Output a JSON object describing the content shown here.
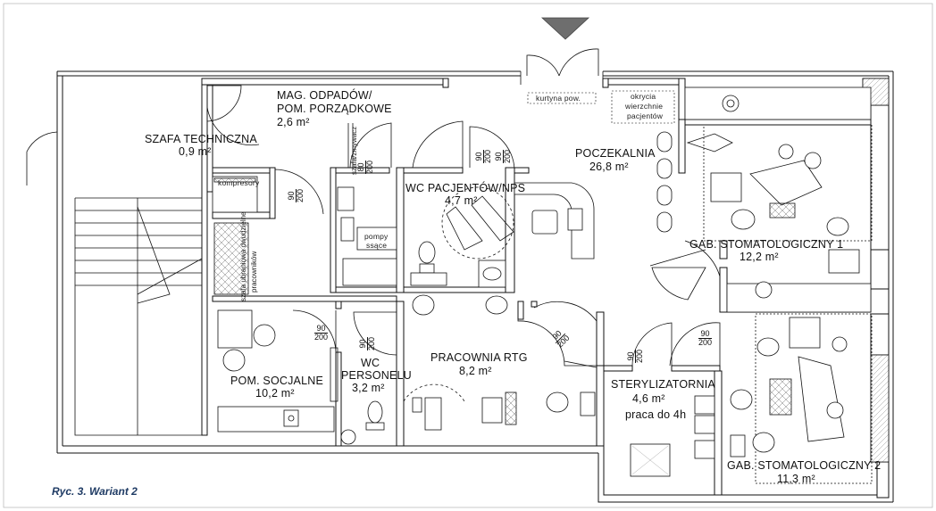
{
  "caption": "Ryc. 3. Wariant 2",
  "rooms": {
    "szafa": {
      "name": "SZAFA TECHNICZNA",
      "area": "0,9 m²"
    },
    "mag": {
      "name1": "MAG. ODPADÓW/",
      "name2": "POM. PORZĄDKOWE",
      "area": "2,6 m²"
    },
    "wc_pac": {
      "name": "WC PACJENTÓW/NPS",
      "area": "4,7 m²"
    },
    "poczekalnia": {
      "name": "POCZEKALNIA",
      "area": "26,8 m²"
    },
    "gab1": {
      "name": "GAB. STOMATOLOGICZNY 1",
      "area": "12,2 m²"
    },
    "gab2": {
      "name": "GAB. STOMATOLOGICZNY 2",
      "area": "11,3 m²"
    },
    "pom_soc": {
      "name": "POM. SOCJALNE",
      "area": "10,2 m²"
    },
    "wc_pers": {
      "name1": "WC",
      "name2": "PERSONELU",
      "area": "3,2 m²"
    },
    "rtg": {
      "name": "PRACOWNIA RTG",
      "area": "8,2 m²"
    },
    "steryl": {
      "name": "STERYLIZATORNIA",
      "area": "4,6 m²",
      "note": "praca do 4h"
    }
  },
  "notes": {
    "kompresory": "kompresory",
    "pompy1": "pompy",
    "pompy2": "ssące",
    "kurtyna": "kurtyna pow.",
    "okrycia1": "okrycia",
    "okrycia2": "wierzchnie",
    "okrycia3": "pacjentów",
    "szafa_ubr1": "szafa ubraniowa dwudzielne",
    "szafa_ubr2": "pracowników",
    "szafa_sm": "szafa/zmywacz"
  },
  "door_dims": {
    "d1": {
      "w": "90",
      "h": "200"
    },
    "d2": {
      "w": "80",
      "h": "200"
    },
    "d3": {
      "w": "90",
      "h": "200"
    },
    "d4": {
      "w": "90",
      "h": "200"
    },
    "d5": {
      "w": "90",
      "h": "200"
    },
    "d6": {
      "w": "90",
      "h": "200"
    },
    "d7": {
      "w": "90",
      "h": "200"
    },
    "d8": {
      "w": "90",
      "h": "200"
    },
    "d9": {
      "w": "90",
      "h": "200"
    }
  },
  "colors": {
    "wall": "#111111",
    "wall_fill": "#ffffff",
    "caption": "#1f3b64",
    "grid": "#777777"
  }
}
